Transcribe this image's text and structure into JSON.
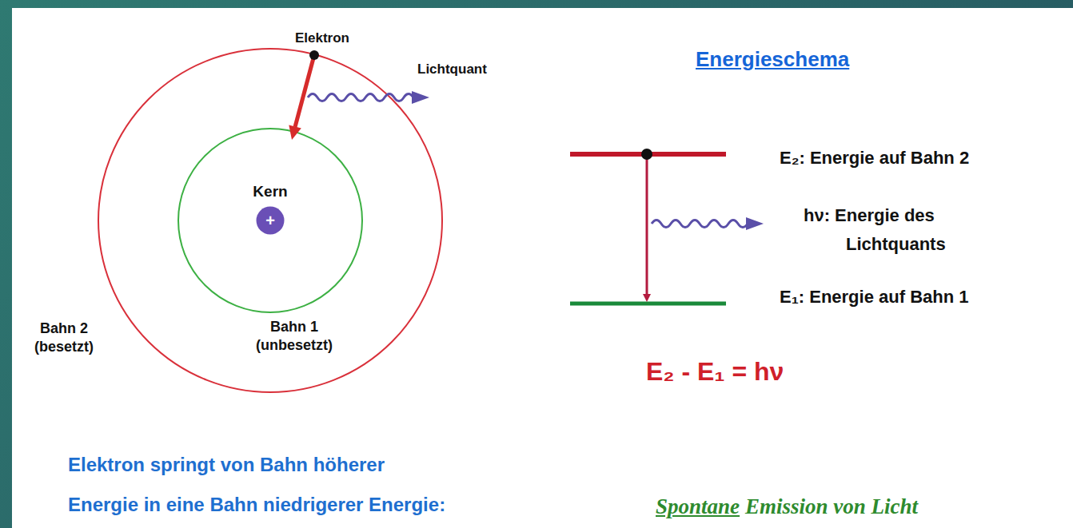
{
  "diagram": {
    "title": "Energieschema",
    "nodes": [
      {
        "text": [
          "Kern",
          "+"
        ]
      }
    ],
    "labels": [
      "Elektron",
      "Lichtquant",
      "Bahn 2 (besetzt)",
      "Bahn 1 (unbesetzt)",
      "E₂: Energie auf Bahn 2",
      "hν: Energie des Lichtquants",
      "E₁: Energie auf Bahn 1",
      "E₂ - E₁ = hν",
      "Elektron springt von Bahn höherer Energie in eine Bahn niedrigerer Energie:",
      "Spontane",
      "Emission von Licht"
    ]
  }
}
